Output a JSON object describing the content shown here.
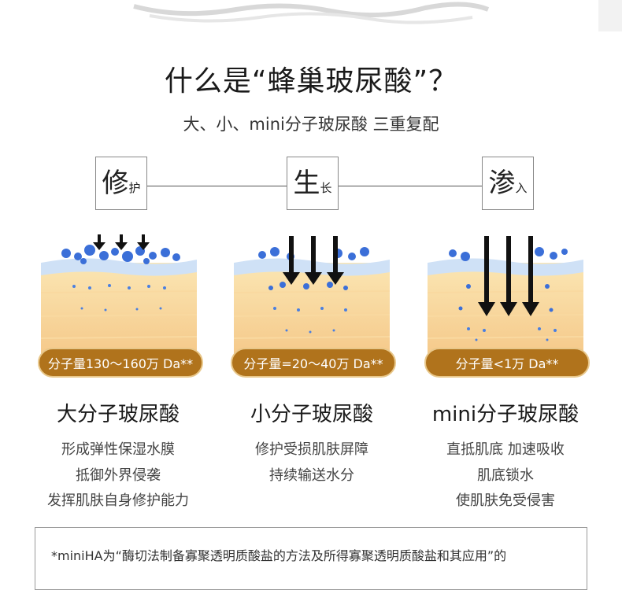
{
  "title": "什么是“蜂巢玻尿酸”？",
  "subtitle": "大、小、mini分子玻尿酸 三重复配",
  "keywords": [
    {
      "big": "修",
      "small": "护"
    },
    {
      "big": "生",
      "small": "长"
    },
    {
      "big": "渗",
      "small": "入"
    }
  ],
  "columns": [
    {
      "pill": "分子量130～160万 Da**",
      "heading": "大分子玻尿酸",
      "lines": [
        "形成弹性保湿水膜",
        "抵御外界侵袭",
        "发挥肌肤自身修护能力"
      ]
    },
    {
      "pill": "分子量=20～40万 Da**",
      "heading": "小分子玻尿酸",
      "lines": [
        "修护受损肌肤屏障",
        "持续输送水分"
      ]
    },
    {
      "pill": "分子量<1万 Da**",
      "heading": "mini分子玻尿酸",
      "lines": [
        "直抵肌底 加速吸收",
        "肌底锁水",
        "使肌肤免受侵害"
      ]
    }
  ],
  "footnote": "*miniHA为“酶切法制备寡聚透明质酸盐的方法及所得寡聚透明质酸盐和其应用”的"
}
